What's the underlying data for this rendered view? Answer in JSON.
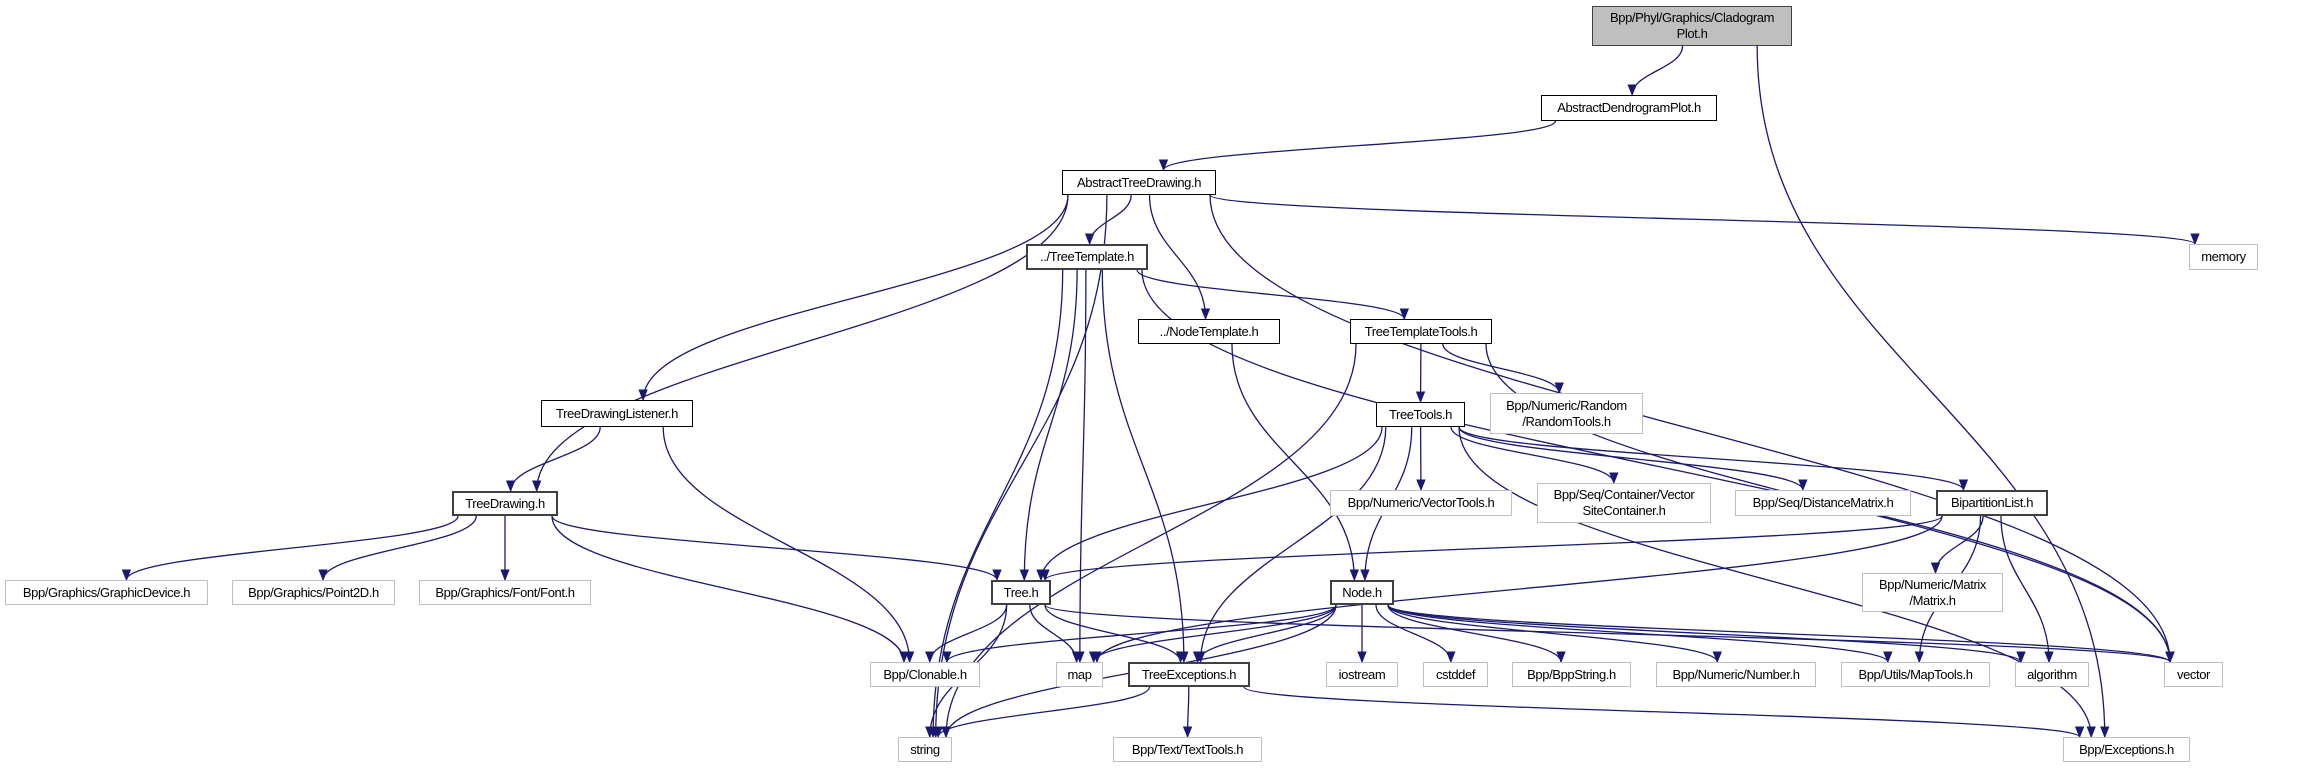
{
  "graph": {
    "edge_color": "#191970",
    "root_fill": "#bfbfbf",
    "nodes": [
      {
        "id": "cladogram",
        "lines": [
          "Bpp/Phyl/Graphics/Cladogram",
          "Plot.h"
        ],
        "kind": "root"
      },
      {
        "id": "dendro",
        "lines": [
          "AbstractDendrogramPlot.h"
        ],
        "kind": "local"
      },
      {
        "id": "atd",
        "lines": [
          "AbstractTreeDrawing.h"
        ],
        "kind": "local"
      },
      {
        "id": "treetemplate",
        "lines": [
          "../TreeTemplate.h"
        ],
        "kind": "local"
      },
      {
        "id": "memory",
        "lines": [
          "memory"
        ],
        "kind": "ext"
      },
      {
        "id": "nodetemplate",
        "lines": [
          "../NodeTemplate.h"
        ],
        "kind": "local"
      },
      {
        "id": "ttt",
        "lines": [
          "TreeTemplateTools.h"
        ],
        "kind": "local"
      },
      {
        "id": "tdl",
        "lines": [
          "TreeDrawingListener.h"
        ],
        "kind": "local"
      },
      {
        "id": "treetools",
        "lines": [
          "TreeTools.h"
        ],
        "kind": "local"
      },
      {
        "id": "randomtools",
        "lines": [
          "Bpp/Numeric/Random",
          "/RandomTools.h"
        ],
        "kind": "ext"
      },
      {
        "id": "treedrawing",
        "lines": [
          "TreeDrawing.h"
        ],
        "kind": "local"
      },
      {
        "id": "vectortools",
        "lines": [
          "Bpp/Numeric/VectorTools.h"
        ],
        "kind": "ext"
      },
      {
        "id": "vsc",
        "lines": [
          "Bpp/Seq/Container/Vector",
          "SiteContainer.h"
        ],
        "kind": "ext"
      },
      {
        "id": "distmatrix",
        "lines": [
          "Bpp/Seq/DistanceMatrix.h"
        ],
        "kind": "ext"
      },
      {
        "id": "bipart",
        "lines": [
          "BipartitionList.h"
        ],
        "kind": "local"
      },
      {
        "id": "graphicdevice",
        "lines": [
          "Bpp/Graphics/GraphicDevice.h"
        ],
        "kind": "ext"
      },
      {
        "id": "point2d",
        "lines": [
          "Bpp/Graphics/Point2D.h"
        ],
        "kind": "ext"
      },
      {
        "id": "font",
        "lines": [
          "Bpp/Graphics/Font/Font.h"
        ],
        "kind": "ext"
      },
      {
        "id": "tree",
        "lines": [
          "Tree.h"
        ],
        "kind": "local"
      },
      {
        "id": "node",
        "lines": [
          "Node.h"
        ],
        "kind": "local"
      },
      {
        "id": "matrix",
        "lines": [
          "Bpp/Numeric/Matrix",
          "/Matrix.h"
        ],
        "kind": "ext"
      },
      {
        "id": "clonable",
        "lines": [
          "Bpp/Clonable.h"
        ],
        "kind": "ext"
      },
      {
        "id": "map",
        "lines": [
          "map"
        ],
        "kind": "ext"
      },
      {
        "id": "treeexc",
        "lines": [
          "TreeExceptions.h"
        ],
        "kind": "local"
      },
      {
        "id": "iostream",
        "lines": [
          "iostream"
        ],
        "kind": "ext"
      },
      {
        "id": "cstddef",
        "lines": [
          "cstddef"
        ],
        "kind": "ext"
      },
      {
        "id": "bppstring",
        "lines": [
          "Bpp/BppString.h"
        ],
        "kind": "ext"
      },
      {
        "id": "number",
        "lines": [
          "Bpp/Numeric/Number.h"
        ],
        "kind": "ext"
      },
      {
        "id": "maptools",
        "lines": [
          "Bpp/Utils/MapTools.h"
        ],
        "kind": "ext"
      },
      {
        "id": "algorithm",
        "lines": [
          "algorithm"
        ],
        "kind": "ext"
      },
      {
        "id": "vector",
        "lines": [
          "vector"
        ],
        "kind": "ext"
      },
      {
        "id": "string",
        "lines": [
          "string"
        ],
        "kind": "ext"
      },
      {
        "id": "texttools",
        "lines": [
          "Bpp/Text/TextTools.h"
        ],
        "kind": "ext"
      },
      {
        "id": "exceptions",
        "lines": [
          "Bpp/Exceptions.h"
        ],
        "kind": "ext"
      }
    ],
    "edges": [
      [
        "cladogram",
        "dendro"
      ],
      [
        "cladogram",
        "exceptions"
      ],
      [
        "dendro",
        "atd"
      ],
      [
        "atd",
        "treetemplate"
      ],
      [
        "atd",
        "nodetemplate"
      ],
      [
        "atd",
        "tdl"
      ],
      [
        "atd",
        "treedrawing"
      ],
      [
        "atd",
        "string"
      ],
      [
        "atd",
        "memory"
      ],
      [
        "atd",
        "vector"
      ],
      [
        "treetemplate",
        "ttt"
      ],
      [
        "treetemplate",
        "tree"
      ],
      [
        "treetemplate",
        "treeexc"
      ],
      [
        "treetemplate",
        "map"
      ],
      [
        "treetemplate",
        "string"
      ],
      [
        "treetemplate",
        "vector"
      ],
      [
        "nodetemplate",
        "node"
      ],
      [
        "ttt",
        "treetools"
      ],
      [
        "ttt",
        "randomtools"
      ],
      [
        "ttt",
        "string"
      ],
      [
        "ttt",
        "vector"
      ],
      [
        "tdl",
        "treedrawing"
      ],
      [
        "tdl",
        "clonable"
      ],
      [
        "treedrawing",
        "graphicdevice"
      ],
      [
        "treedrawing",
        "point2d"
      ],
      [
        "treedrawing",
        "font"
      ],
      [
        "treedrawing",
        "clonable"
      ],
      [
        "treedrawing",
        "tree"
      ],
      [
        "treetools",
        "vectortools"
      ],
      [
        "treetools",
        "vsc"
      ],
      [
        "treetools",
        "distmatrix"
      ],
      [
        "treetools",
        "bipart"
      ],
      [
        "treetools",
        "tree"
      ],
      [
        "treetools",
        "node"
      ],
      [
        "treetools",
        "treeexc"
      ],
      [
        "treetools",
        "exceptions"
      ],
      [
        "bipart",
        "tree"
      ],
      [
        "bipart",
        "map"
      ],
      [
        "bipart",
        "matrix"
      ],
      [
        "bipart",
        "maptools"
      ],
      [
        "bipart",
        "algorithm"
      ],
      [
        "tree",
        "clonable"
      ],
      [
        "tree",
        "map"
      ],
      [
        "tree",
        "treeexc"
      ],
      [
        "tree",
        "string"
      ],
      [
        "tree",
        "vector"
      ],
      [
        "node",
        "clonable"
      ],
      [
        "node",
        "map"
      ],
      [
        "node",
        "treeexc"
      ],
      [
        "node",
        "string"
      ],
      [
        "node",
        "iostream"
      ],
      [
        "node",
        "cstddef"
      ],
      [
        "node",
        "bppstring"
      ],
      [
        "node",
        "number"
      ],
      [
        "node",
        "maptools"
      ],
      [
        "node",
        "algorithm"
      ],
      [
        "node",
        "vector"
      ],
      [
        "treeexc",
        "texttools"
      ],
      [
        "treeexc",
        "string"
      ],
      [
        "treeexc",
        "exceptions"
      ]
    ]
  }
}
